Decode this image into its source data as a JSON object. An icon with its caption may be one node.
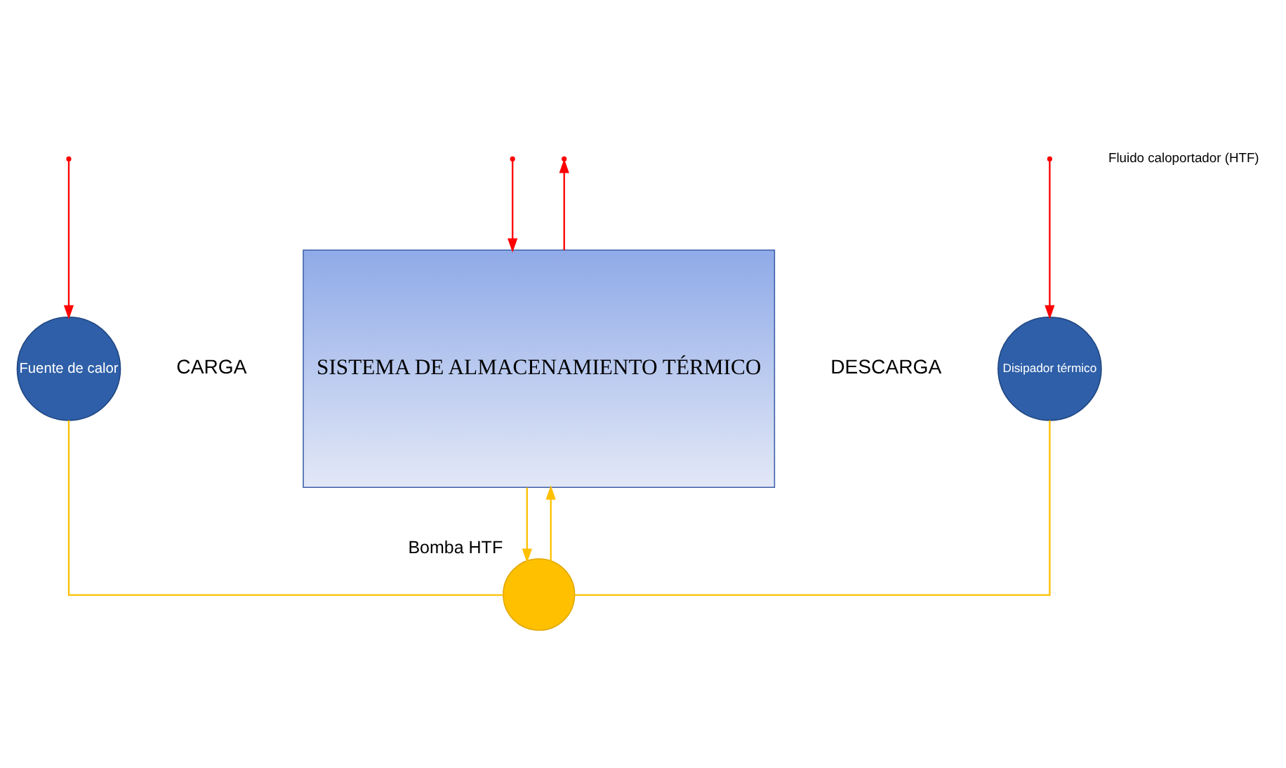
{
  "diagram": {
    "nodes": [
      {
        "text": [
          "Fuente de calor"
        ]
      },
      {
        "text": [
          "SISTEMA DE ALMACENAMIENTO TÉRMICO"
        ]
      },
      {
        "text": [
          "Disipador térmico"
        ]
      },
      {
        "text": [],
        "shape": "circle",
        "beside": [
          "Bomba HTF"
        ]
      }
    ],
    "edges": [
      {
        "from": null,
        "to": 0,
        "arrow": "to",
        "color": "#ff0000"
      },
      {
        "from": null,
        "to": 1,
        "arrow": "to",
        "color": "#ff0000"
      },
      {
        "from": 1,
        "to": null,
        "arrow": "to",
        "color": "#ff0000"
      },
      {
        "from": null,
        "to": 2,
        "arrow": "to",
        "color": "#ff0000"
      },
      {
        "from": 0,
        "to": 3,
        "arrow": "none",
        "color": "#ffc000"
      },
      {
        "from": 3,
        "to": 1,
        "arrow": "to",
        "color": "#ffc000"
      },
      {
        "from": 1,
        "to": 3,
        "arrow": "to",
        "color": "#ffc000"
      },
      {
        "from": 2,
        "to": 3,
        "arrow": "none",
        "color": "#ffc000"
      }
    ],
    "labels": [
      "Fluido caloportador (HTF)",
      "CARGA",
      "DESCARGA"
    ]
  }
}
